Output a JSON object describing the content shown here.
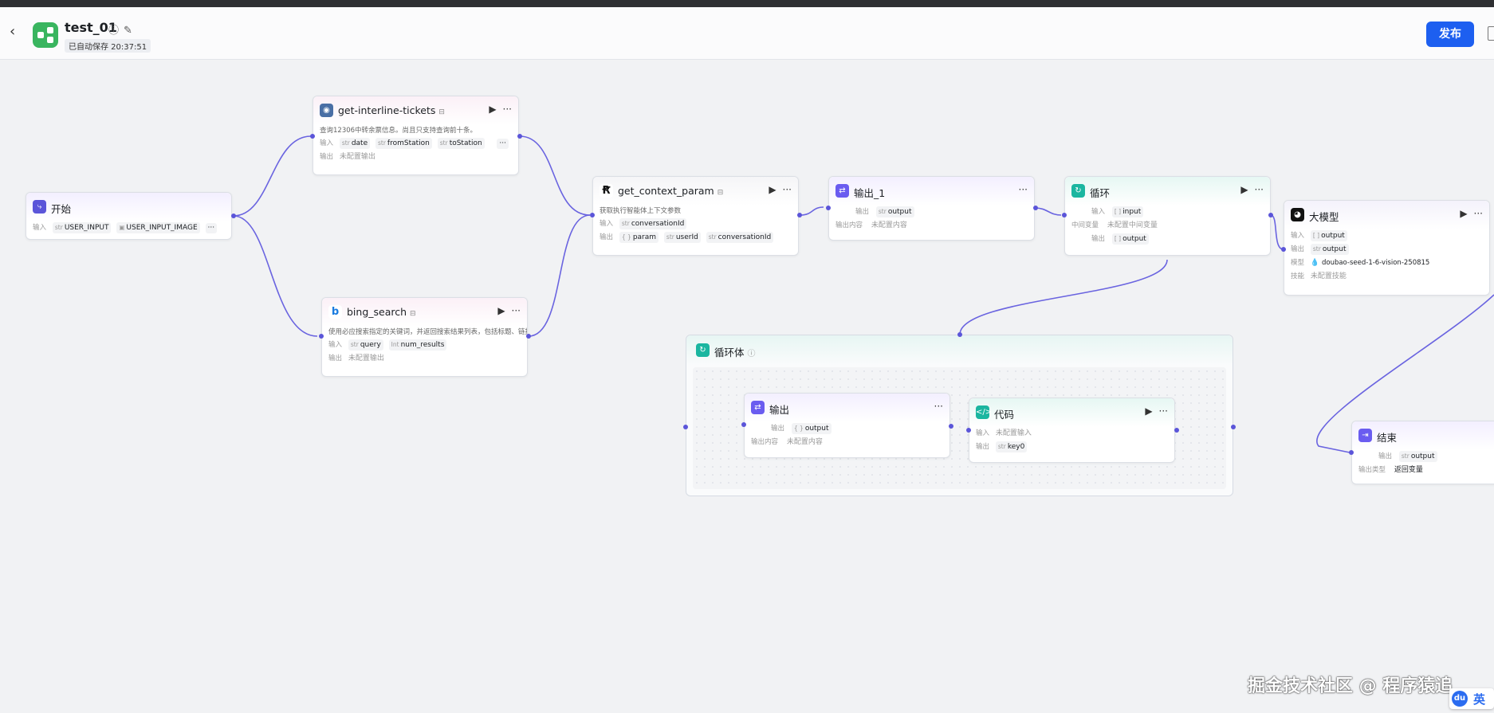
{
  "header": {
    "title": "test_01",
    "autosave": "已自动保存 20:37:51",
    "publish_label": "发布"
  },
  "labels": {
    "input": "输入",
    "output": "输出",
    "output_content": "输出内容",
    "intermediate": "中间变量",
    "model": "模型",
    "skills": "技能",
    "output_type": "输出类型",
    "not_configured_output": "未配置输出",
    "not_configured_content": "未配置内容",
    "not_configured_intermediate": "未配置中间变量",
    "not_configured_skills": "未配置技能",
    "not_configured_input": "未配置输入",
    "return_variable": "返回变量"
  },
  "types": {
    "str": "str",
    "obj": "{ }",
    "list": "[ ]",
    "img": "▣",
    "int": "Int"
  },
  "nodes": {
    "start": {
      "name": "开始",
      "inputs": [
        "USER_INPUT",
        "USER_INPUT_IMAGE"
      ]
    },
    "tickets": {
      "name": "get-interline-tickets",
      "desc": "查询12306中转余票信息。尚且只支持查询前十条。",
      "inputs": [
        "date",
        "fromStation",
        "toStation"
      ]
    },
    "bing": {
      "name": "bing_search",
      "desc": "使用必应搜索指定的关键词，并返回搜索结果列表，包括标题、链接、摘要和ID。",
      "inputs": [
        "query",
        "num_results"
      ]
    },
    "context": {
      "name": "get_context_param",
      "desc": "获取执行智能体上下文参数",
      "inputs": [
        "conversationId"
      ],
      "outputs": [
        "param",
        "userId",
        "conversationId"
      ]
    },
    "output1": {
      "name": "输出_1",
      "var": "output"
    },
    "loop": {
      "name": "循环",
      "input": "input",
      "output": "output"
    },
    "llm": {
      "name": "大模型",
      "input": "output",
      "output": "output",
      "model": "doubao-seed-1-6-vision-250815"
    },
    "loop_body": {
      "name": "循环体"
    },
    "out_inner": {
      "name": "输出",
      "var": "output"
    },
    "code": {
      "name": "代码",
      "output": "key0"
    },
    "end": {
      "name": "结束",
      "var": "output"
    }
  },
  "watermark": "掘金技术社区 @ 程序猿追",
  "ime": {
    "badge": "du",
    "mode": "英"
  },
  "colors": {
    "accent": "#1d5ff0",
    "edge": "#5b55d9",
    "start_green": "#39b55f"
  }
}
